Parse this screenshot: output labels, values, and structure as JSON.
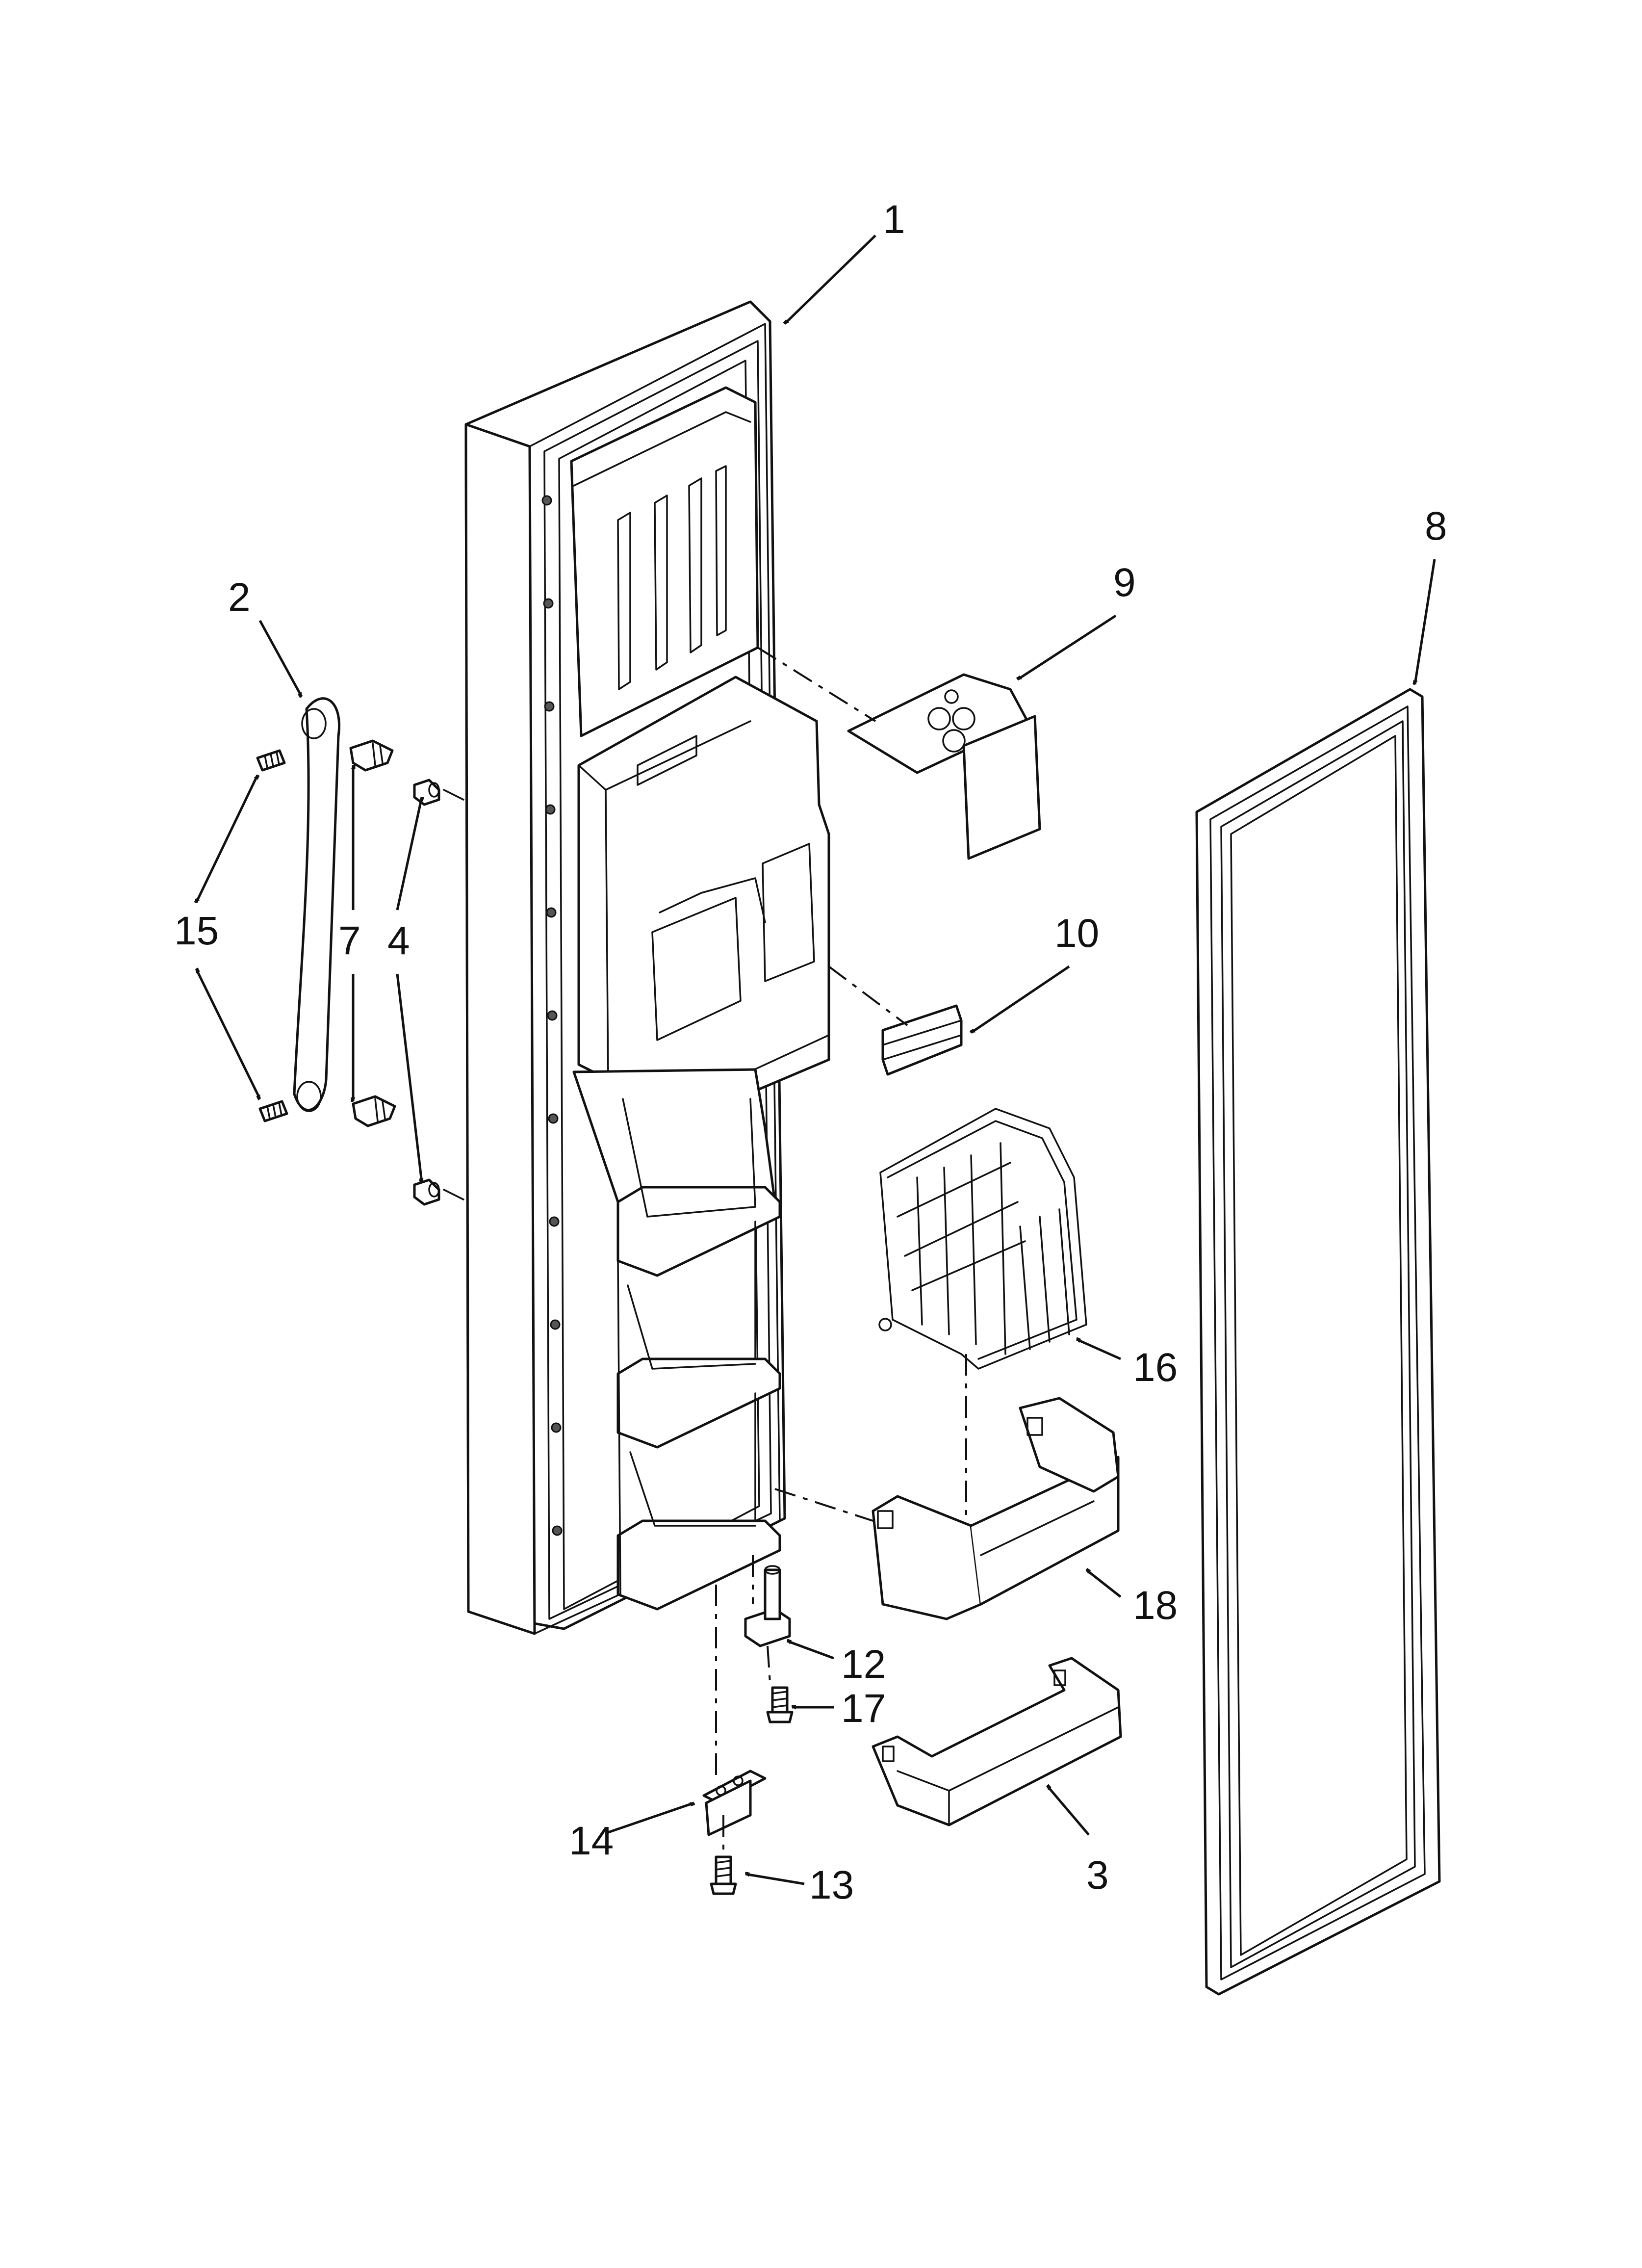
{
  "callouts": {
    "c1": "1",
    "c2": "2",
    "c3": "3",
    "c4": "4",
    "c7": "7",
    "c8": "8",
    "c9": "9",
    "c10": "10",
    "c12": "12",
    "c13": "13",
    "c14": "14",
    "c15": "15",
    "c16": "16",
    "c17": "17",
    "c18": "18"
  },
  "colors": {
    "line": "#111111",
    "shade": "#d9d9d9",
    "background": "#ffffff"
  }
}
